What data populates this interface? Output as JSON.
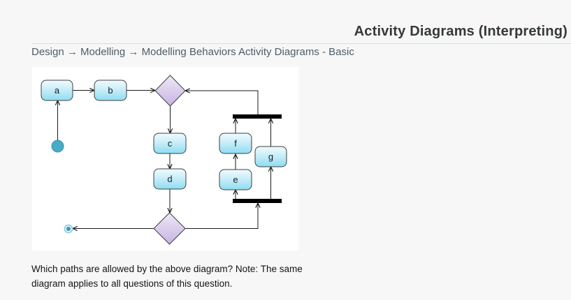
{
  "page": {
    "title": "Activity Diagrams (Interpreting)",
    "breadcrumb": "Design → Modelling → Modelling Behaviors Activity Diagrams - Basic",
    "question": "Which paths are allowed by the above diagram? Note: The same diagram applies to all questions of this question."
  },
  "diagram": {
    "type": "uml-activity-diagram",
    "nodes": [
      {
        "id": "a",
        "label": "a",
        "kind": "activity"
      },
      {
        "id": "b",
        "label": "b",
        "kind": "activity"
      },
      {
        "id": "c",
        "label": "c",
        "kind": "activity"
      },
      {
        "id": "d",
        "label": "d",
        "kind": "activity"
      },
      {
        "id": "e",
        "label": "e",
        "kind": "activity"
      },
      {
        "id": "f",
        "label": "f",
        "kind": "activity"
      },
      {
        "id": "g",
        "label": "g",
        "kind": "activity"
      }
    ],
    "special_nodes": [
      {
        "id": "start",
        "kind": "initial-node"
      },
      {
        "id": "end",
        "kind": "final-node"
      },
      {
        "id": "m1",
        "kind": "merge-diamond-top"
      },
      {
        "id": "m2",
        "kind": "decision-diamond-bottom"
      },
      {
        "id": "j1",
        "kind": "join-bar-top"
      },
      {
        "id": "j2",
        "kind": "fork-bar-bottom"
      }
    ],
    "edges": [
      "start→a",
      "a→b",
      "b→m1",
      "j1→m1",
      "m1→c",
      "c→d",
      "d→m2",
      "m2→end",
      "m2→j2",
      "j2→e",
      "e→f",
      "f→j1",
      "j2→g",
      "g→j1"
    ]
  },
  "colors": {
    "page_background": "#f7f7f7",
    "panel_background": "#ffffff",
    "title_text": "#35393c",
    "breadcrumb_text": "#4d5d66",
    "question_text": "#141414",
    "node_fill_top": "#f2fbfe",
    "node_fill_bottom": "#8edcf1",
    "diamond_fill_top": "#efe9f7",
    "diamond_fill_bottom": "#c7b2e2",
    "node_border": "#3f3f3f",
    "edge_line": "#1a1a1a",
    "sync_bar": "#000000",
    "start_end_teal": "#4bacc6",
    "rule_line": "#d8dbdc"
  }
}
